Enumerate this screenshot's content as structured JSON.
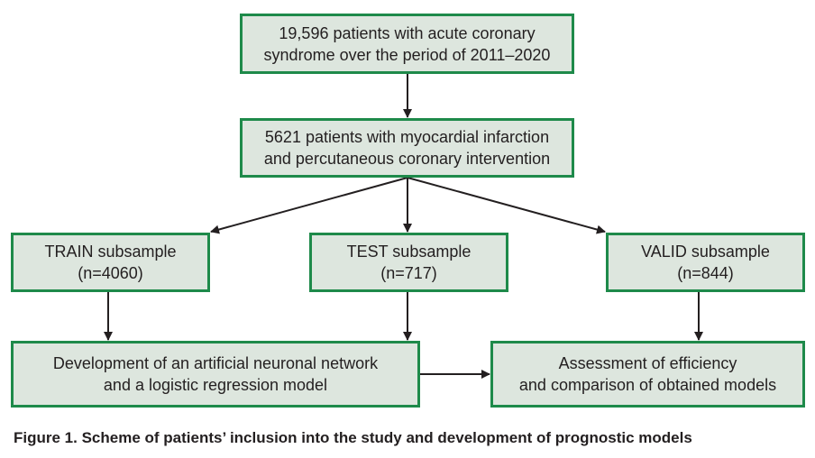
{
  "boxes": {
    "total": {
      "line1": "19,596 patients with acute coronary",
      "line2": "syndrome over the period of 2011–2020"
    },
    "mi_pci": {
      "line1": "5621 patients with myocardial infarction",
      "line2": "and percutaneous coronary intervention"
    },
    "train": {
      "line1": "TRAIN subsample",
      "line2": "(n=4060)"
    },
    "test": {
      "line1": "TEST subsample",
      "line2": "(n=717)"
    },
    "valid": {
      "line1": "VALID subsample",
      "line2": "(n=844)"
    },
    "development": {
      "line1": "Development of an artificial neuronal network",
      "line2": "and a logistic regression model"
    },
    "assessment": {
      "line1": "Assessment of efficiency",
      "line2": "and comparison of obtained models"
    }
  },
  "caption": "Figure 1. Scheme of patients’ inclusion into the study and development of prognostic models",
  "colors": {
    "box_fill": "#dde6de",
    "box_border": "#1e8a4a",
    "arrow": "#231f20",
    "text": "#231f20"
  }
}
